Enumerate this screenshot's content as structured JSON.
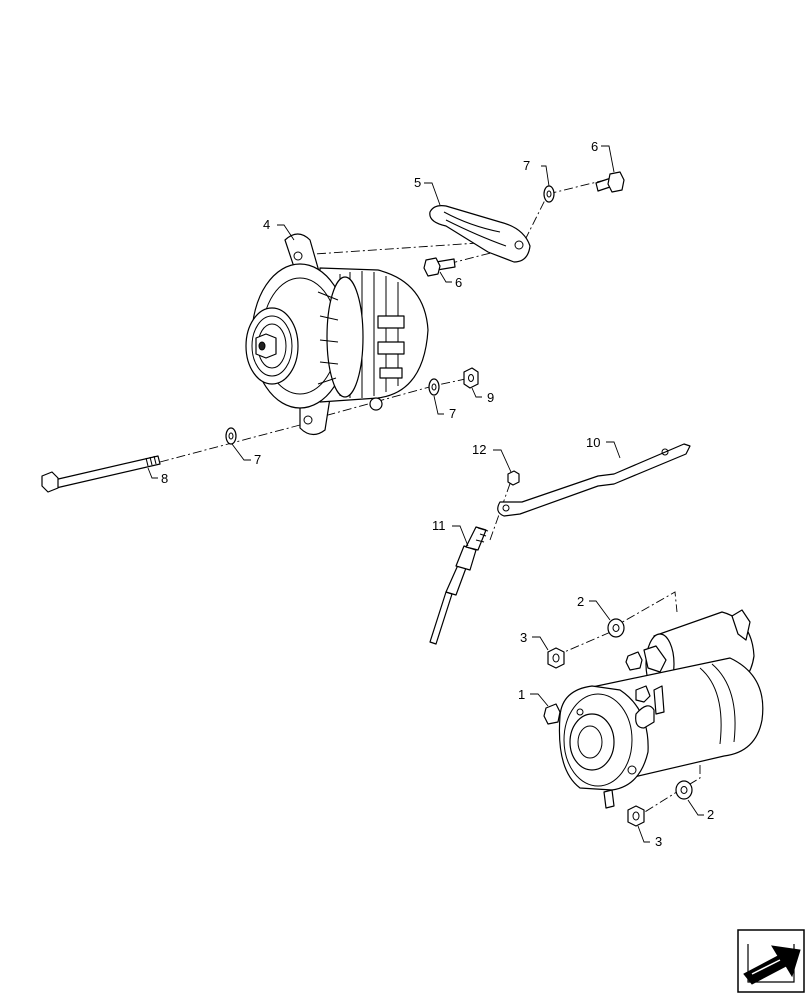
{
  "callouts": [
    {
      "id": "c1",
      "text": "1"
    },
    {
      "id": "c2a",
      "text": "2"
    },
    {
      "id": "c2b",
      "text": "2"
    },
    {
      "id": "c3a",
      "text": "3"
    },
    {
      "id": "c3b",
      "text": "3"
    },
    {
      "id": "c4",
      "text": "4"
    },
    {
      "id": "c5",
      "text": "5"
    },
    {
      "id": "c6a",
      "text": "6"
    },
    {
      "id": "c6b",
      "text": "6"
    },
    {
      "id": "c7a",
      "text": "7"
    },
    {
      "id": "c7b",
      "text": "7"
    },
    {
      "id": "c7c",
      "text": "7"
    },
    {
      "id": "c8",
      "text": "8"
    },
    {
      "id": "c9",
      "text": "9"
    },
    {
      "id": "c10",
      "text": "10"
    },
    {
      "id": "c11",
      "text": "11"
    },
    {
      "id": "c12",
      "text": "12"
    }
  ],
  "nav_icon": "next-page-arrow-icon"
}
